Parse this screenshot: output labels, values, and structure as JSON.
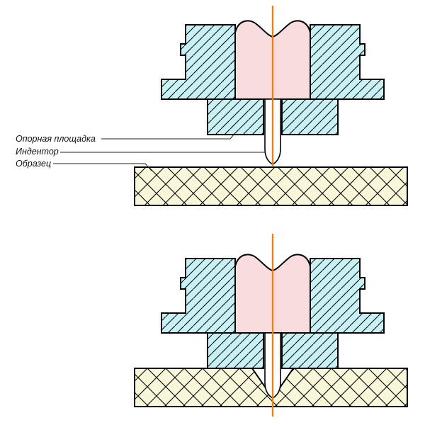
{
  "labels": {
    "support_pad": "Опорная площадка",
    "indenter": "Индентор",
    "specimen": "Образец"
  },
  "colors": {
    "body_fill": "#c8f1f5",
    "insert_fill": "#f9dcdd",
    "specimen_fill": "#f8f7d9",
    "axis": "#e8811c",
    "outline": "#000000"
  }
}
